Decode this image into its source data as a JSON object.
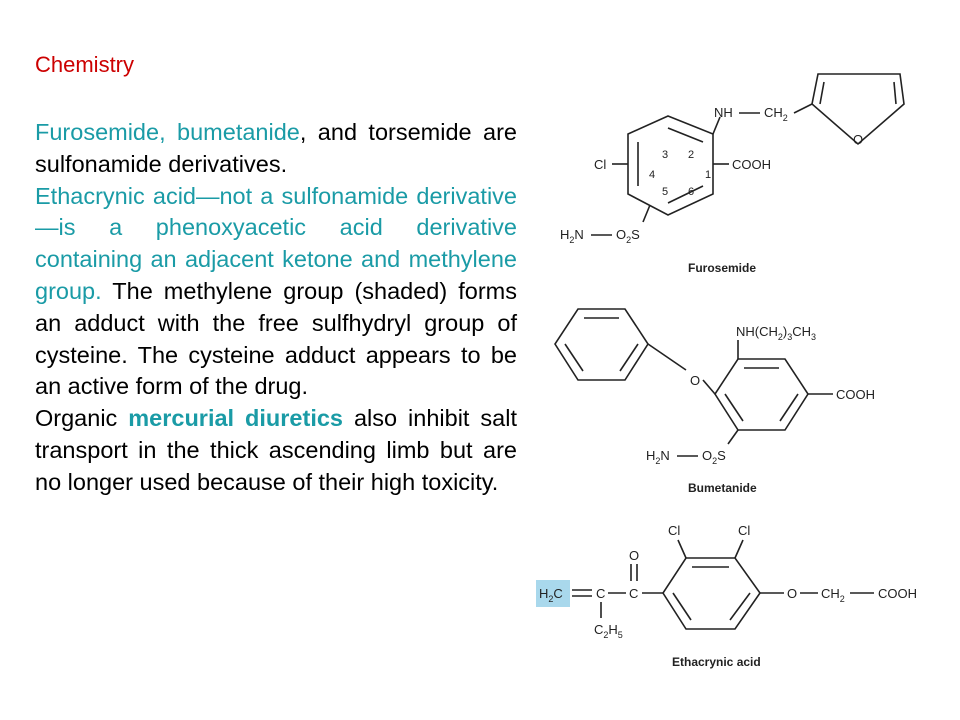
{
  "heading": "Chemistry",
  "paragraph1": {
    "s1": "Furosemide,",
    "s2": " ",
    "s3": "bumetanide",
    "s4": ", and torsemide are sulfonamide derivatives."
  },
  "paragraph2": {
    "s1": "Ethacrynic acid—not a sulfonamide derivative—is a phenoxyacetic acid derivative containing an adjacent ketone and methylene group.",
    "s2": " The methylene group (shaded) forms an adduct with the free sulfhydryl group of cysteine. The cysteine adduct appears to be an active form of the drug."
  },
  "paragraph3": {
    "s1": "Organic ",
    "s2": "mercurial diuretics",
    "s3": " also inhibit salt transport in the thick ascending limb but are no longer used because of their high toxicity."
  },
  "colors": {
    "heading": "#cc0000",
    "highlight": "#1a9ba6",
    "shade": "#a9d8ec"
  },
  "structures": {
    "furosemide": {
      "name": "Furosemide",
      "nh": "NH",
      "ch2": "CH",
      "ch2_sub": "2",
      "o": "O",
      "cl": "Cl",
      "cooh": "COOH",
      "h2n": "H",
      "h2n_sub": "2",
      "h2n_n": "N",
      "o2s": "O",
      "o2s_sub": "2",
      "o2s_s": "S",
      "n1": "1",
      "n2": "2",
      "n3": "3",
      "n4": "4",
      "n5": "5",
      "n6": "6"
    },
    "bumetanide": {
      "name": "Bumetanide",
      "nh": "NH(CH",
      "sub1": "2",
      "mid": ")",
      "sub2": "3",
      "end": "CH",
      "sub3": "3",
      "o": "O",
      "cooh": "COOH",
      "h2n": "H",
      "h2n_sub": "2",
      "h2n_n": "N",
      "o2s": "O",
      "o2s_sub": "2",
      "o2s_s": "S"
    },
    "ethacrynic": {
      "name": "Ethacrynic acid",
      "cl1": "Cl",
      "cl2": "Cl",
      "o_keto": "O",
      "h2c": "H",
      "h2c_sub": "2",
      "h2c_c": "C",
      "c1": "C",
      "c2": "C",
      "c2h5": "C",
      "c2h5_sub1": "2",
      "c2h5_h": "H",
      "c2h5_sub2": "5",
      "o_ether": "O",
      "ch2": "CH",
      "ch2_sub": "2",
      "cooh": "COOH"
    }
  }
}
